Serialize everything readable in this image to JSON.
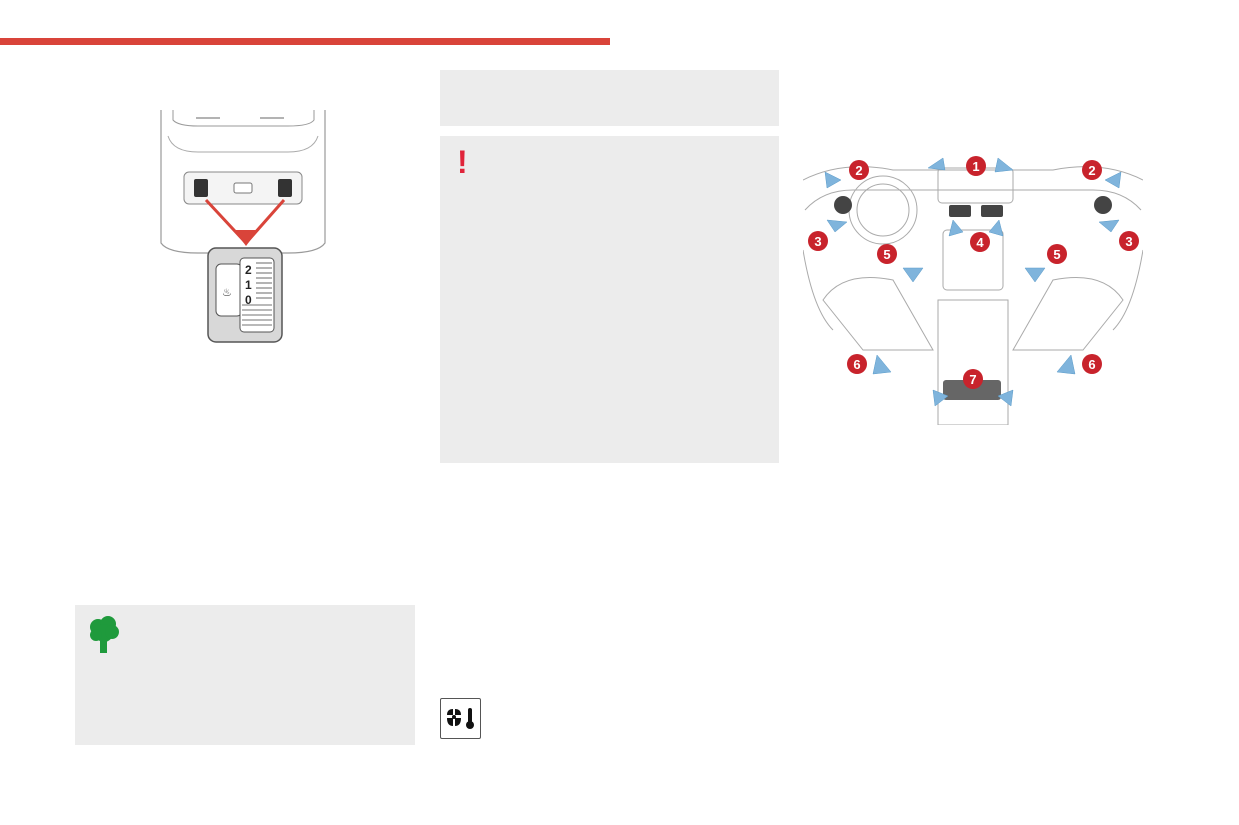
{
  "page": {
    "accent_color": "#d9443a",
    "panel_color": "#ececec",
    "warning_color": "#e0243a",
    "eco_color": "#1f9a3c"
  },
  "warning_box": {
    "icon": "exclamation-icon",
    "mark": "!"
  },
  "eco_box": {
    "icon": "tree-icon"
  },
  "seat_heater": {
    "dial_labels": [
      "2",
      "1",
      "0"
    ]
  },
  "ventilation_diagram": {
    "callouts": [
      "1",
      "2",
      "2",
      "3",
      "3",
      "4",
      "5",
      "5",
      "6",
      "6",
      "7"
    ]
  },
  "bottom_icon": {
    "icon": "fan-thermometer-icon"
  }
}
